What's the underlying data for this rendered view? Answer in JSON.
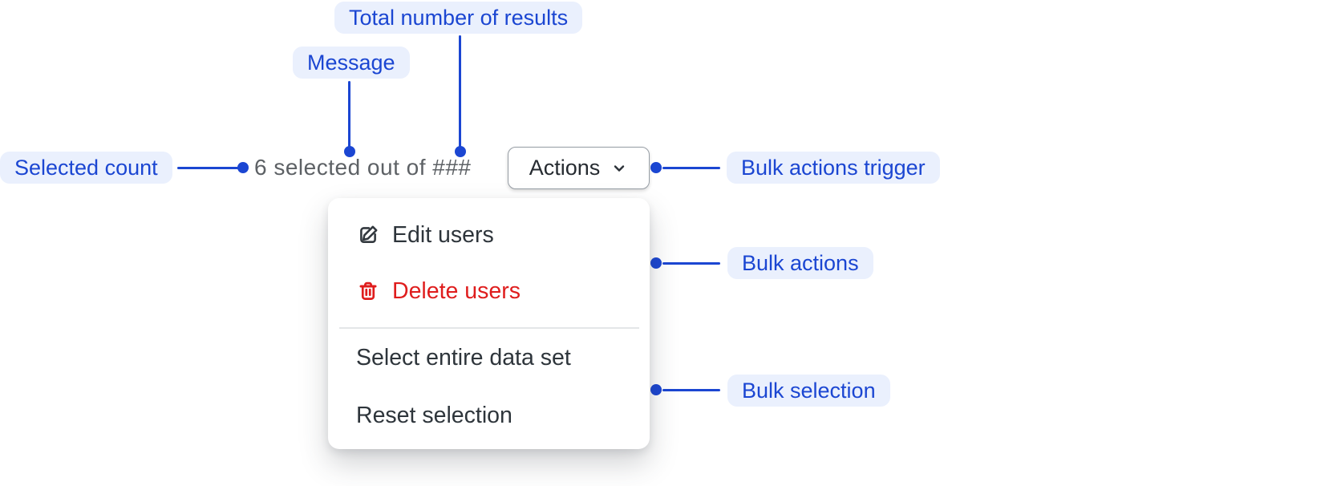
{
  "colors": {
    "accent_blue": "#1b46d2",
    "badge_bg": "#eaf0fd",
    "critical_red": "#df1d1d",
    "muted_text": "#5d6165",
    "menu_text": "#2e353b",
    "icon_gray": "#32383e",
    "button_border": "#979ea5",
    "divider": "#e4e6e8",
    "canvas_bg": "#ffffff"
  },
  "annotations": {
    "selected_count": "Selected count",
    "message": "Message",
    "total_results": "Total number of results",
    "bulk_actions_trigger": "Bulk actions trigger",
    "bulk_actions": "Bulk actions",
    "bulk_selection": "Bulk selection"
  },
  "toolbar": {
    "selection_message": "6 selected out of ###",
    "actions_button_label": "Actions"
  },
  "menu": {
    "items": [
      {
        "label": "Edit users",
        "icon": "edit-icon",
        "destructive": false
      },
      {
        "label": "Delete users",
        "icon": "trash-icon",
        "destructive": true
      },
      {
        "label": "Select entire data set"
      },
      {
        "label": "Reset selection"
      }
    ]
  }
}
